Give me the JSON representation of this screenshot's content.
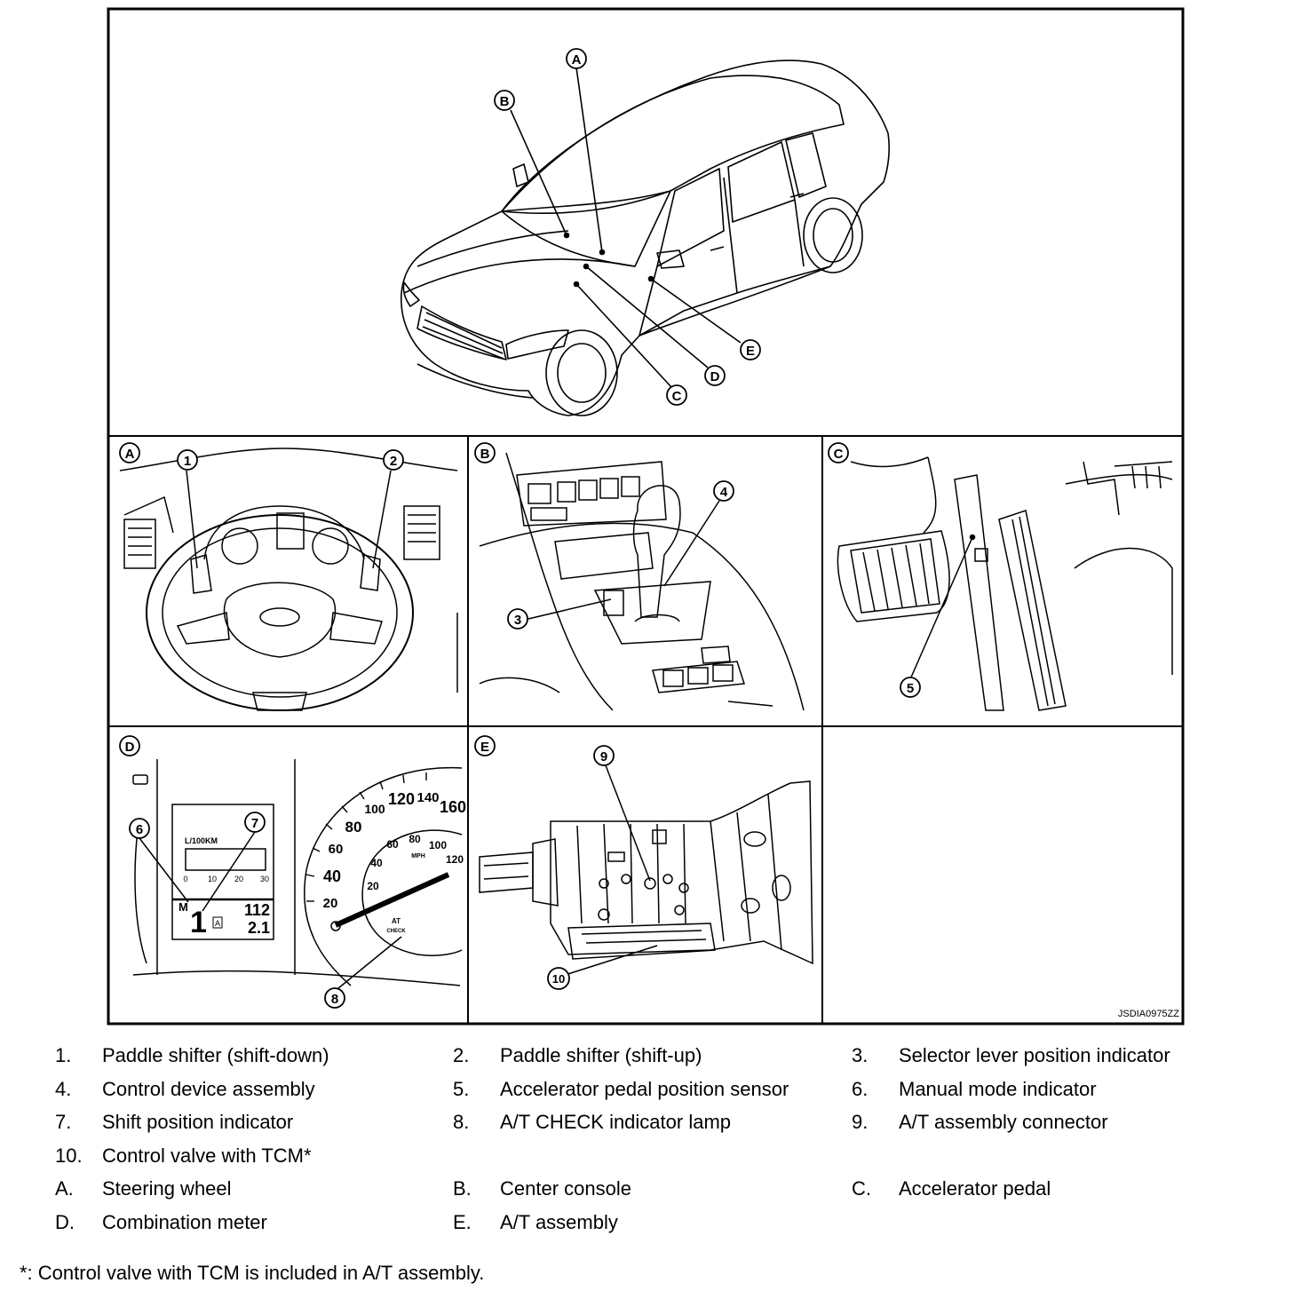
{
  "figure": {
    "code": "JSDIA0975ZZ",
    "callouts": {
      "A": "A",
      "B": "B",
      "C": "C",
      "D": "D",
      "E": "E",
      "n1": "1",
      "n2": "2",
      "n3": "3",
      "n4": "4",
      "n5": "5",
      "n6": "6",
      "n7": "7",
      "n8": "8",
      "n9": "9",
      "n10": "10"
    },
    "meter_display": {
      "unit": "L/100KM",
      "scale": [
        "0",
        "10",
        "20",
        "30"
      ],
      "mode_letter": "M",
      "gear": "1",
      "a_mark": "A",
      "value1": "112",
      "value2": "2.1"
    },
    "speedo": {
      "kmh_ticks": [
        "20",
        "40",
        "60",
        "80",
        "100",
        "120",
        "140",
        "160"
      ],
      "mph_ticks": [
        "20",
        "40",
        "60",
        "80",
        "100",
        "120"
      ],
      "mph_label": "MPH",
      "check_label_1": "AT",
      "check_label_2": "CHECK"
    }
  },
  "legend": {
    "rows": [
      [
        {
          "num": "1.",
          "text": "Paddle shifter (shift-down)"
        },
        {
          "num": "2.",
          "text": "Paddle shifter (shift-up)"
        },
        {
          "num": "3.",
          "text": "Selector lever position indicator"
        }
      ],
      [
        {
          "num": "4.",
          "text": "Control device assembly"
        },
        {
          "num": "5.",
          "text": "Accelerator pedal position sensor"
        },
        {
          "num": "6.",
          "text": "Manual mode indicator"
        }
      ],
      [
        {
          "num": "7.",
          "text": "Shift position indicator"
        },
        {
          "num": "8.",
          "text": "A/T CHECK indicator lamp"
        },
        {
          "num": "9.",
          "text": "A/T assembly connector"
        }
      ],
      [
        {
          "num": "10.",
          "text": "Control valve with TCM*"
        }
      ],
      [
        {
          "num": "A.",
          "text": "Steering wheel"
        },
        {
          "num": "B.",
          "text": "Center console"
        },
        {
          "num": "C.",
          "text": "Accelerator pedal"
        }
      ],
      [
        {
          "num": "D.",
          "text": "Combination meter"
        },
        {
          "num": "E.",
          "text": "A/T assembly"
        }
      ]
    ],
    "footnote": "*: Control valve with TCM is included in A/T assembly."
  }
}
